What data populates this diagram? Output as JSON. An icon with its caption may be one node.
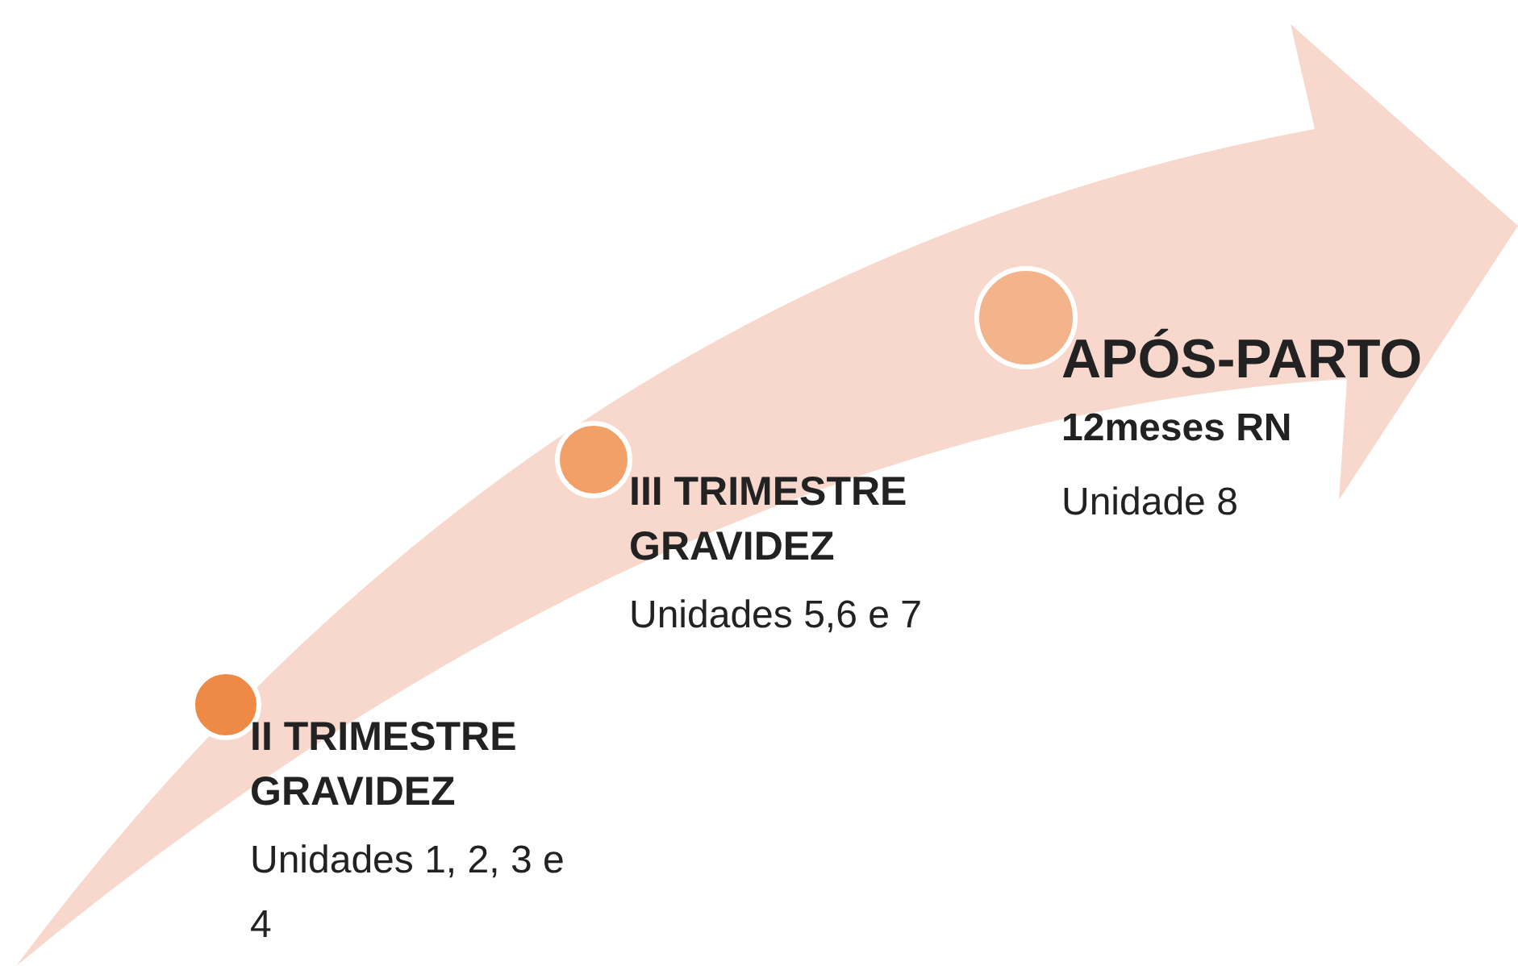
{
  "diagram": {
    "nodes": [
      {
        "text": [],
        "shape": "circle",
        "beside": [
          "II TRIMESTRE GRAVIDEZ",
          "Unidades 1, 2, 3 e 4"
        ]
      },
      {
        "text": [],
        "shape": "circle",
        "beside": [
          "III TRIMESTRE GRAVIDEZ",
          "Unidades 5,6 e 7"
        ]
      },
      {
        "text": [],
        "shape": "circle",
        "beside": [
          "APÓS-PARTO",
          "12meses RN",
          "Unidade 8"
        ]
      }
    ],
    "edges": []
  }
}
